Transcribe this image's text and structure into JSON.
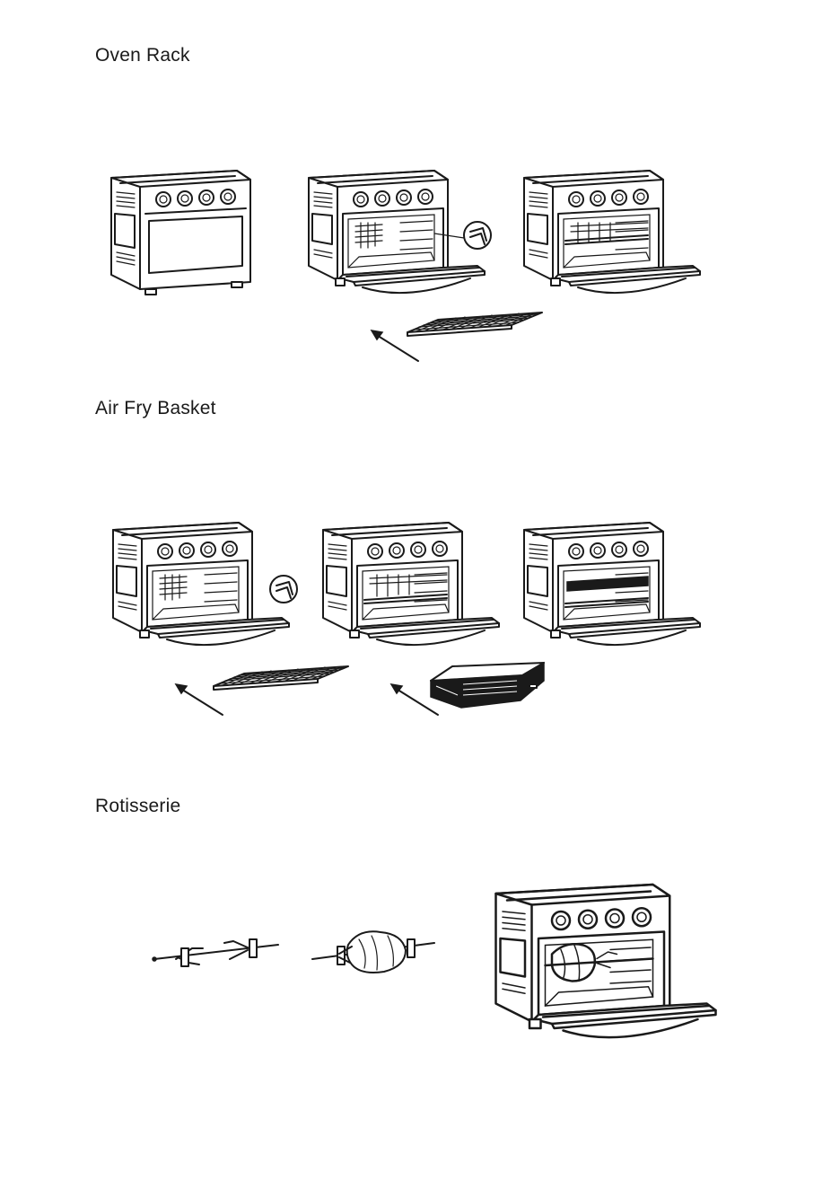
{
  "sections": [
    {
      "title": "Oven Rack"
    },
    {
      "title": "Air Fry Basket"
    },
    {
      "title": "Rotisserie"
    }
  ],
  "icons": {
    "oven": "toaster-oven-icon",
    "rack": "wire-rack-icon",
    "basket": "air-fry-basket-icon",
    "spit": "rotisserie-spit-icon",
    "arrow": "insert-arrow-icon"
  },
  "colors": {
    "ink": "#1a1a1a",
    "paper": "#ffffff"
  }
}
